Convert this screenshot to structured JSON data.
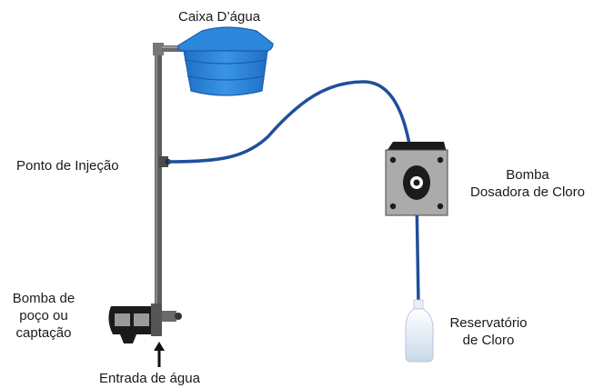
{
  "labels": {
    "caixa": "Caixa D’água",
    "ponto": "Ponto de Injeção",
    "bomba_dosadora_1": "Bomba",
    "bomba_dosadora_2": "Dosadora de Cloro",
    "bomba_poco_1": "Bomba de",
    "bomba_poco_2": "poço ou",
    "bomba_poco_3": "captação",
    "reservatorio_1": "Reservatório",
    "reservatorio_2": "de Cloro",
    "entrada": "Entrada de água"
  },
  "colors": {
    "tank_blue": "#2a7fd4",
    "tank_dark": "#1f5fa8",
    "hose_blue": "#1e4f9c",
    "pipe_gray": "#5a5a5a",
    "pump_panel": "#a9a9a9",
    "pump_black": "#1b1b1b",
    "bottle": "#dbe6f2"
  }
}
